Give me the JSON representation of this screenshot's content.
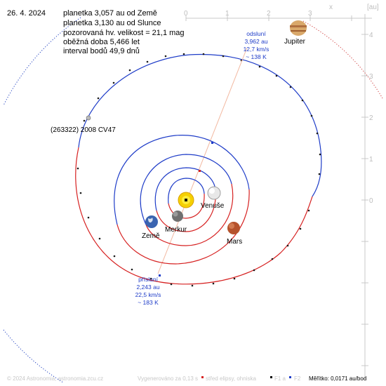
{
  "header": {
    "date": "26. 4. 2024",
    "info": [
      "planetka 3,057 au od Země",
      "planetka 3,130 au od Slunce",
      "pozorovaná hv. velikost = 21,1 mag",
      "oběžná doba 5,466 let",
      "interval bodů 49,9 dnů"
    ]
  },
  "axes": {
    "x_ticks": [
      "0",
      "1",
      "2",
      "3"
    ],
    "x_label": "x",
    "unit": "[au]",
    "y_ticks": [
      "4",
      "3",
      "2",
      "1",
      "0"
    ]
  },
  "bodies": {
    "venus": "Venuše",
    "mercury": "Merkur",
    "earth": "Země",
    "mars": "Mars",
    "jupiter": "Jupiter",
    "asteroid": "(263322) 2008 CV47"
  },
  "aphelion": {
    "title": "odsluní",
    "distance": "3,962 au",
    "speed": "12,7 km/s",
    "temperature": "~ 138 K"
  },
  "perihelion": {
    "title": "přísluní",
    "distance": "2,243 au",
    "speed": "22,5 km/s",
    "temperature": "~ 183 K"
  },
  "footer": {
    "copyright": "© 2024 Astronomia, astronomia.zcu.cz",
    "generated": "Vygenerováno za 0,13 s",
    "legend_center": "střed elipsy, ohniska",
    "legend_f1": "F1 a",
    "legend_f2": "F2",
    "scale": "Měřítko: 0,0171 au/bod"
  },
  "colors": {
    "orbit_above": "#1e3cc8",
    "orbit_below": "#d62020",
    "sun": "#f5d000",
    "annotation": "#1e3cc8"
  }
}
